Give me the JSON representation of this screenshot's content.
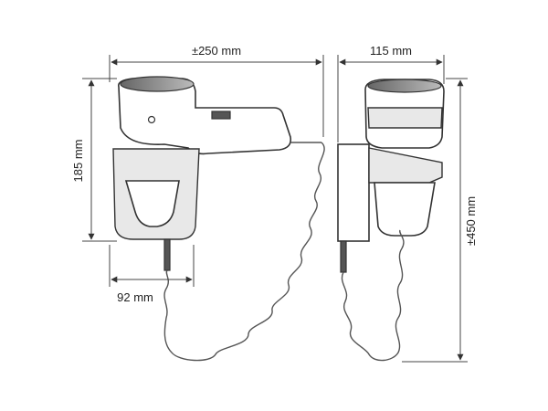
{
  "dimensions": {
    "front_width": "±250 mm",
    "front_height": "185 mm",
    "base_width": "92 mm",
    "side_width": "115 mm",
    "side_height": "±450 mm"
  },
  "colors": {
    "stroke": "#333333",
    "fill": "#ffffff",
    "shade": "#e8e8e8"
  }
}
